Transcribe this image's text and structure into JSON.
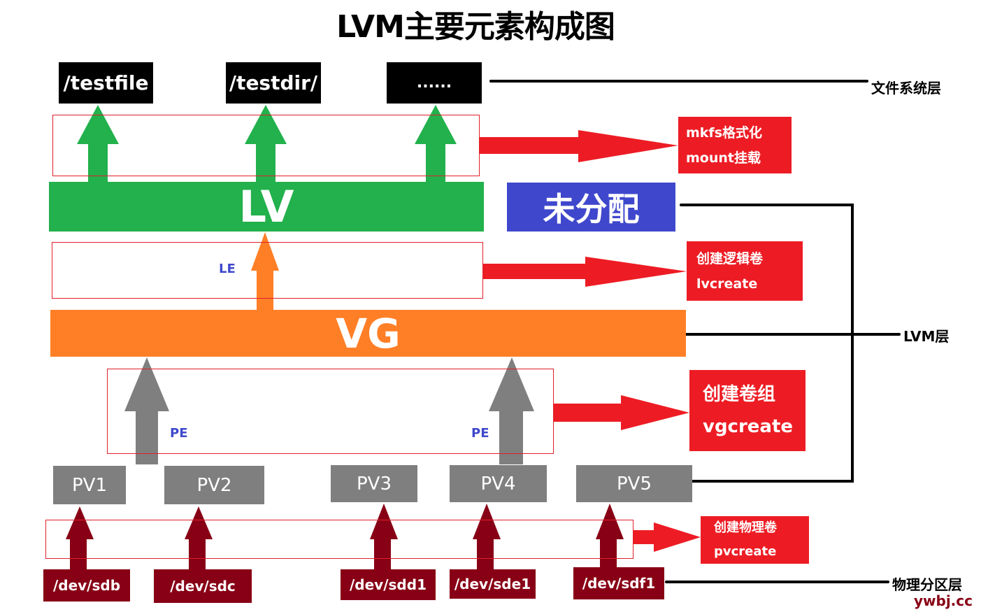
{
  "title": "LVM主要元素构成图",
  "filesystem": {
    "items": [
      "/testfile",
      "/testdir/",
      "......"
    ]
  },
  "layers": {
    "lv": "LV",
    "unallocated": "未分配",
    "le": "LE",
    "vg": "VG",
    "pe_left": "PE",
    "pe_right": "PE"
  },
  "pvs": [
    "PV1",
    "PV2",
    "PV3",
    "PV4",
    "PV5"
  ],
  "devices": [
    "/dev/sdb",
    "/dev/sdc",
    "/dev/sdd1",
    "/dev/sde1",
    "/dev/sdf1"
  ],
  "commands": {
    "mkfs": {
      "line1": "mkfs格式化",
      "line2": "mount挂载"
    },
    "lvcreate": {
      "line1": "创建逻辑卷",
      "line2": "lvcreate"
    },
    "vgcreate": {
      "line1": "创建卷组",
      "line2": "vgcreate"
    },
    "pvcreate": {
      "line1": "创建物理卷",
      "line2": "pvcreate"
    }
  },
  "layer_labels": {
    "filesystem": "文件系统层",
    "lvm": "LVM层",
    "partition": "物理分区层"
  },
  "watermark": "ywbj.cc",
  "colors": {
    "lv_green": "#22b14c",
    "vg_orange": "#ff7f27",
    "unallocated_blue": "#3f48cc",
    "command_red": "#ed1c24",
    "pv_gray": "#7f7f7f",
    "device_darkred": "#880015"
  }
}
